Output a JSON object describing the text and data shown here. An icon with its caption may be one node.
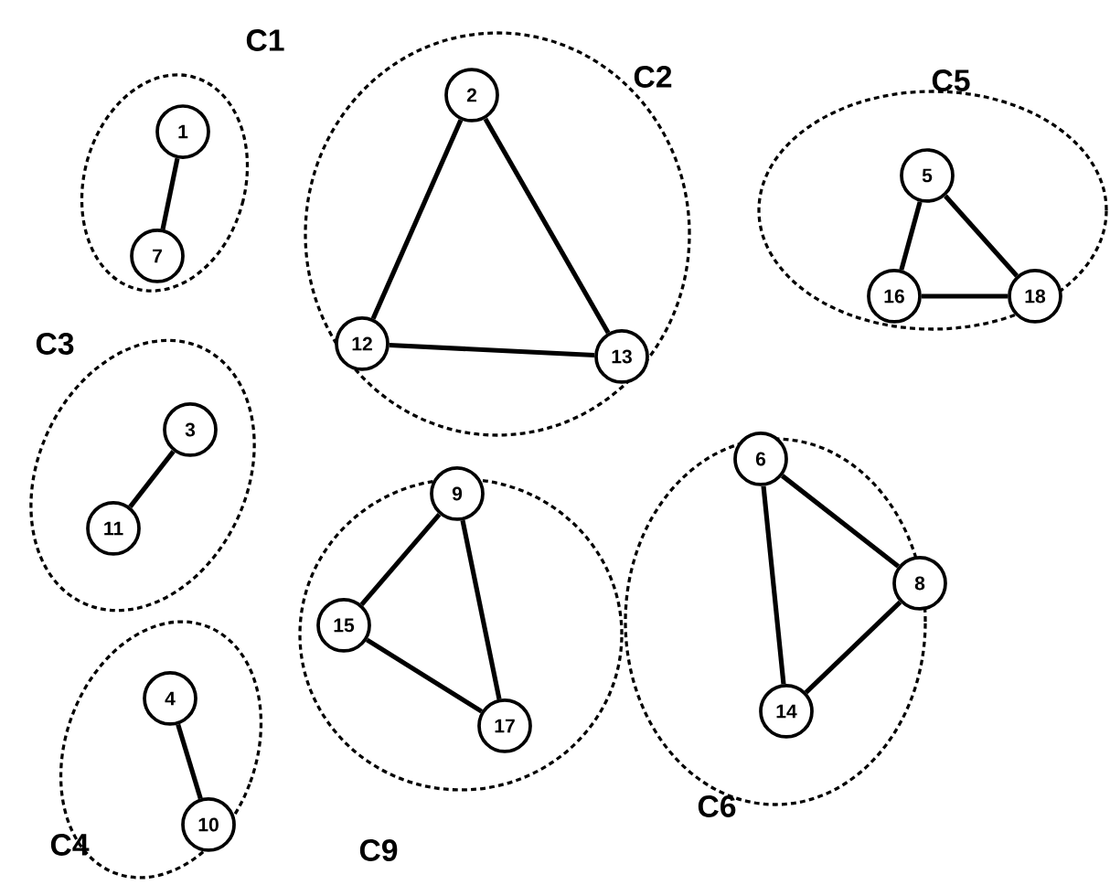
{
  "diagram": {
    "nodes": [
      {
        "text": [
          "C1"
        ]
      },
      {
        "text": [
          "1"
        ],
        "in": 0
      },
      {
        "text": [
          "7"
        ],
        "in": 0
      },
      {
        "text": [
          "C2"
        ]
      },
      {
        "text": [
          "2"
        ],
        "in": 3
      },
      {
        "text": [
          "12"
        ],
        "in": 3
      },
      {
        "text": [
          "13"
        ],
        "in": 3
      },
      {
        "text": [
          "C5"
        ]
      },
      {
        "text": [
          "5"
        ],
        "in": 7
      },
      {
        "text": [
          "16"
        ],
        "in": 7
      },
      {
        "text": [
          "18"
        ],
        "in": 7
      },
      {
        "text": [
          "C3"
        ]
      },
      {
        "text": [
          "3"
        ],
        "in": 11
      },
      {
        "text": [
          "11"
        ],
        "in": 11
      },
      {
        "text": [
          "C9"
        ]
      },
      {
        "text": [
          "9"
        ],
        "in": 14
      },
      {
        "text": [
          "15"
        ],
        "in": 14
      },
      {
        "text": [
          "17"
        ],
        "in": 14
      },
      {
        "text": [
          "C6"
        ]
      },
      {
        "text": [
          "6"
        ],
        "in": 18
      },
      {
        "text": [
          "8"
        ],
        "in": 18
      },
      {
        "text": [
          "14"
        ],
        "in": 18
      },
      {
        "text": [
          "C4"
        ]
      },
      {
        "text": [
          "4"
        ],
        "in": 22
      },
      {
        "text": [
          "10"
        ],
        "in": 22
      }
    ],
    "edges": [
      {
        "from": 1,
        "to": 2,
        "arrow": "none"
      },
      {
        "from": 4,
        "to": 5,
        "arrow": "none"
      },
      {
        "from": 4,
        "to": 6,
        "arrow": "none"
      },
      {
        "from": 5,
        "to": 6,
        "arrow": "none"
      },
      {
        "from": 8,
        "to": 9,
        "arrow": "none"
      },
      {
        "from": 8,
        "to": 10,
        "arrow": "none"
      },
      {
        "from": 9,
        "to": 10,
        "arrow": "none"
      },
      {
        "from": 12,
        "to": 13,
        "arrow": "none"
      },
      {
        "from": 15,
        "to": 16,
        "arrow": "none"
      },
      {
        "from": 15,
        "to": 17,
        "arrow": "none"
      },
      {
        "from": 16,
        "to": 17,
        "arrow": "none"
      },
      {
        "from": 19,
        "to": 20,
        "arrow": "none"
      },
      {
        "from": 19,
        "to": 21,
        "arrow": "none"
      },
      {
        "from": 20,
        "to": 21,
        "arrow": "none"
      },
      {
        "from": 23,
        "to": 24,
        "arrow": "none"
      }
    ]
  }
}
